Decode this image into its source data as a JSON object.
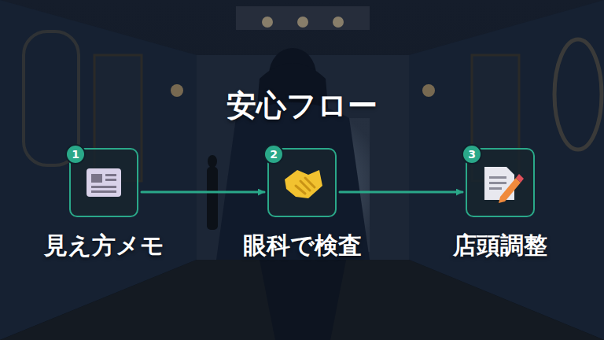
{
  "diagram": {
    "title": "安心フロー",
    "nodes": [
      {
        "text": [
          "見え方メモ"
        ]
      },
      {
        "text": [
          "1"
        ],
        "in": 0
      },
      {
        "text": [
          "眼科で検査"
        ]
      },
      {
        "text": [
          "2"
        ],
        "in": 2
      },
      {
        "text": [
          "店頭調整"
        ]
      },
      {
        "text": [
          "3"
        ],
        "in": 4
      }
    ],
    "edges": [
      {
        "from": 0,
        "to": 2,
        "arrow": "to"
      },
      {
        "from": 2,
        "to": 4,
        "arrow": "to"
      }
    ]
  }
}
